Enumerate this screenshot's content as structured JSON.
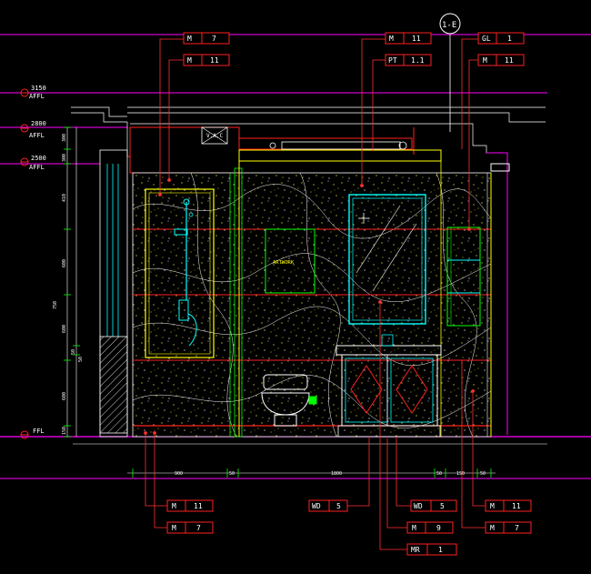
{
  "colors": {
    "tag_border": "#ff2020",
    "leader": "#ff3030",
    "magenta": "#ff00ff",
    "cyan": "#00ffff",
    "yellow": "#ffff00",
    "green": "#00ff00",
    "white": "#ffffff",
    "gray": "#c8c8c8"
  },
  "section_mark": "1-E",
  "ceiling_vent_label": "V.A.C",
  "artwork_label": "ARTWORK",
  "levels": [
    {
      "value": "3150",
      "tag": "AFFL"
    },
    {
      "value": "2800",
      "tag": "AFFL"
    },
    {
      "value": "2500",
      "tag": "AFFL"
    },
    {
      "value": "FFL",
      "tag": ""
    }
  ],
  "vertical_dims": [
    "300",
    "300",
    "410",
    "600",
    "600",
    "750",
    "50",
    "50",
    "600",
    "150"
  ],
  "horizontal_dims": [
    "900",
    "50",
    "1800",
    "50",
    "150",
    "50"
  ],
  "tags_top": [
    {
      "code": "M",
      "num": "7"
    },
    {
      "code": "M",
      "num": "11"
    },
    {
      "code": "M",
      "num": "11"
    },
    {
      "code": "PT",
      "num": "1.1"
    },
    {
      "code": "GL",
      "num": "1"
    },
    {
      "code": "M",
      "num": "11"
    }
  ],
  "tags_bottom": [
    {
      "code": "M",
      "num": "11"
    },
    {
      "code": "M",
      "num": "7"
    },
    {
      "code": "WD",
      "num": "5"
    },
    {
      "code": "WD",
      "num": "5"
    },
    {
      "code": "M",
      "num": "9"
    },
    {
      "code": "MR",
      "num": "1"
    },
    {
      "code": "M",
      "num": "11"
    },
    {
      "code": "M",
      "num": "7"
    }
  ]
}
